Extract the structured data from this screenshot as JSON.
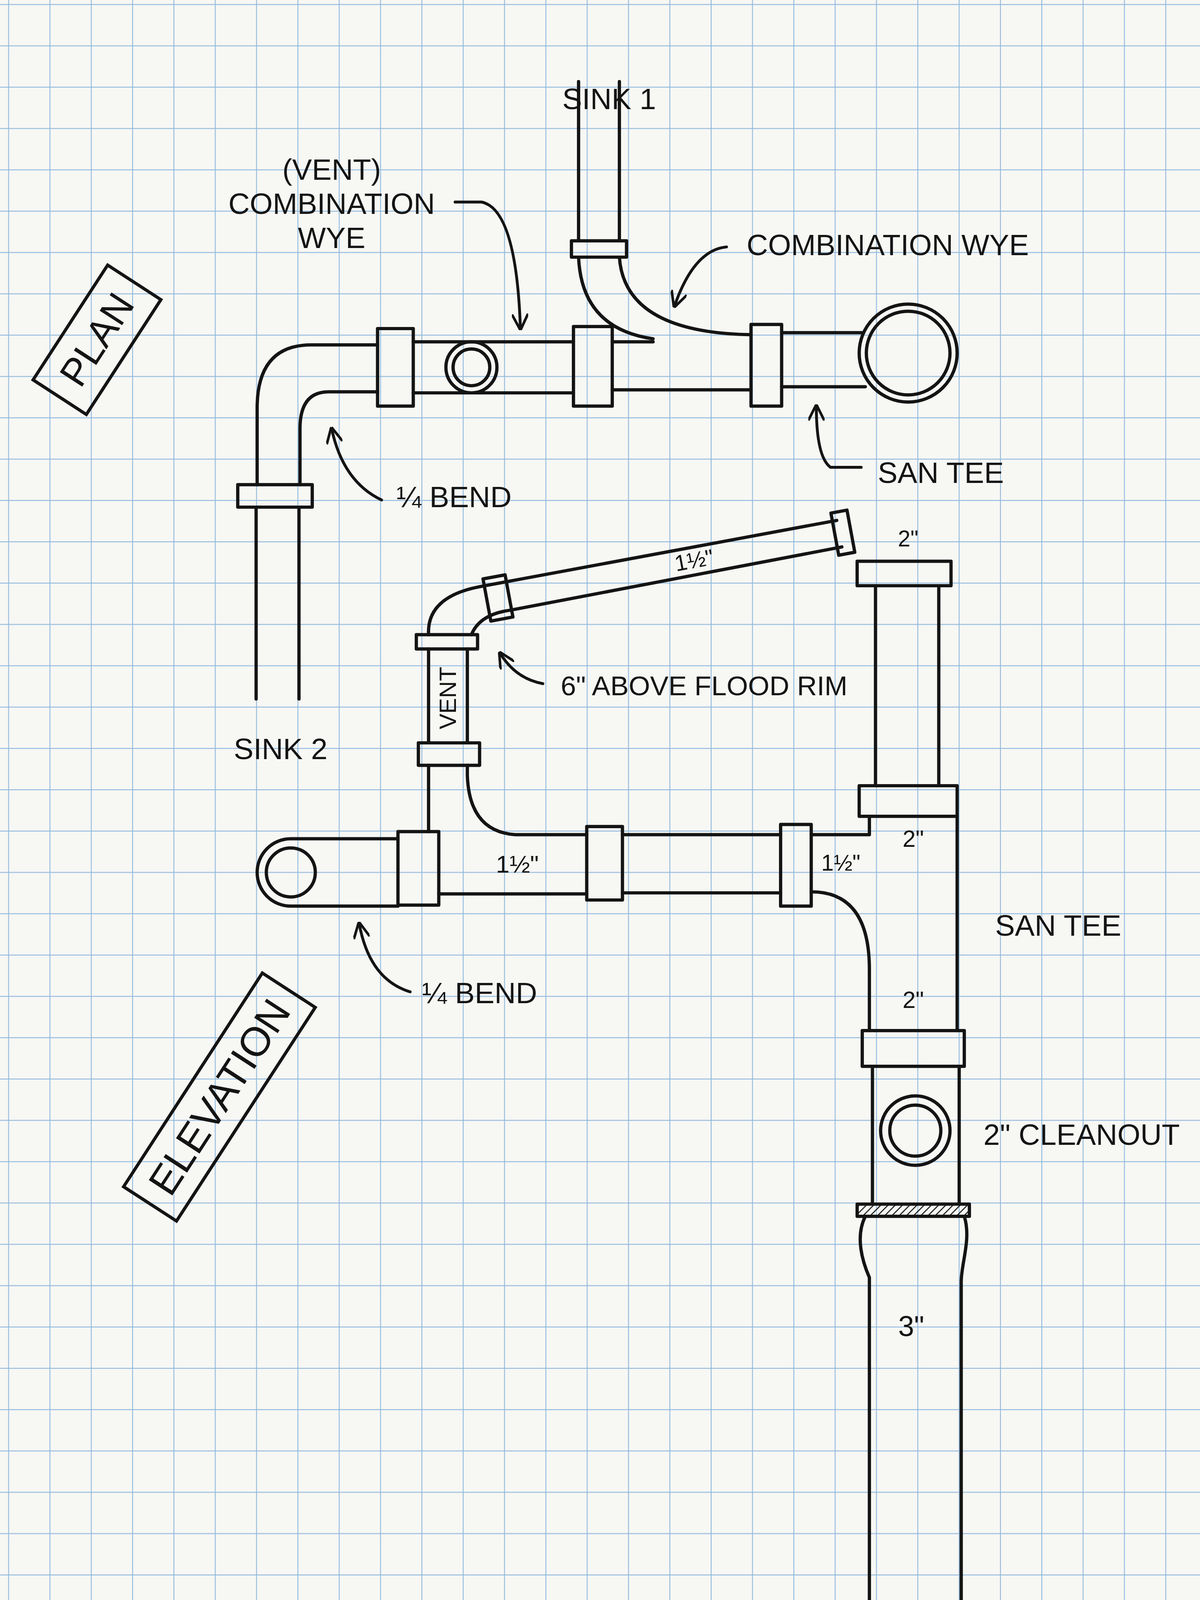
{
  "diagram": {
    "nodes": [
      {
        "text": [
          "PLAN"
        ]
      },
      {
        "text": [
          "ELEVATION"
        ]
      }
    ],
    "labels": [
      "SINK 1",
      "(VENT) COMBINATION WYE",
      "COMBINATION WYE",
      "¼ BEND",
      "SAN TEE",
      "SINK 2",
      "1½\"",
      "2\"",
      "6\" ABOVE FLOOD RIM",
      "VENT",
      "1½\"",
      "1½\"",
      "2\"",
      "SAN TEE",
      "2\"",
      "2\" CLEANOUT",
      "3\"",
      "¼ BEND"
    ]
  }
}
